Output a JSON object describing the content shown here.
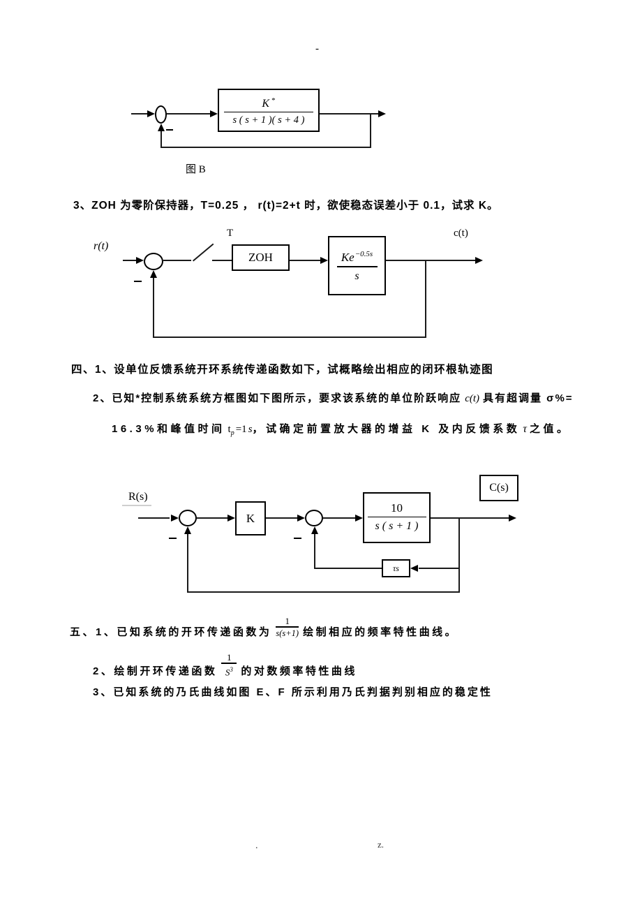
{
  "marks": {
    "top": "-",
    "bottom_dot": ".",
    "bottom_z": "z."
  },
  "fig_b": {
    "num": "K",
    "num_sup": "*",
    "den": "s ( s + 1 )( s + 4 )",
    "caption": "图 B"
  },
  "q3": "3、ZOH 为零阶保持器，T=0.25 ，  r(t)=2+t 时，欲使稳态误差小于 0.1，试求 K。",
  "fig_zoh": {
    "input": "r(t)",
    "sampler": "T",
    "zoh": "ZOH",
    "num": "Ke",
    "exp": "−0.5s",
    "den": "s",
    "output": "c(t)"
  },
  "q4": {
    "line1": "四、1、设单位反馈系统开环系统传递函数如下，试概略绘出相应的闭环根轨迹图",
    "line2a": "2、已知*控制系统系统方框图如下图所示，要求该系统的单位阶跃响应",
    "line2_ct": "c(t)",
    "line2b": "具有超调量 σ%=",
    "line3a": "16.3%和峰值时间",
    "tp_base": "t",
    "tp_sub": "p",
    "tp_mid": "=1",
    "tp_s": "s",
    "line3b": "，试确定前置放大器的增益 K 及内反馈系数",
    "tau": "τ",
    "line3c": "之值。"
  },
  "fig_k": {
    "input": "R(s)",
    "gain": "K",
    "num": "10",
    "den": "s ( s + 1 )",
    "tau": "τs",
    "output": "C(s)"
  },
  "q5": {
    "line1a": "五、1、已知系统的开环传递函数为",
    "f1_num": "1",
    "f1_den": "s(s+1)",
    "line1b": "绘制相应的频率特性曲线。",
    "line2a": "2、绘制开环传递函数",
    "f2_num": "1",
    "f2_den": "S",
    "f2_sup": "3",
    "line2b": "的对数频率特性曲线",
    "line3": "3、已知系统的乃氏曲线如图 E、F 所示利用乃氏判据判别相应的稳定性"
  }
}
